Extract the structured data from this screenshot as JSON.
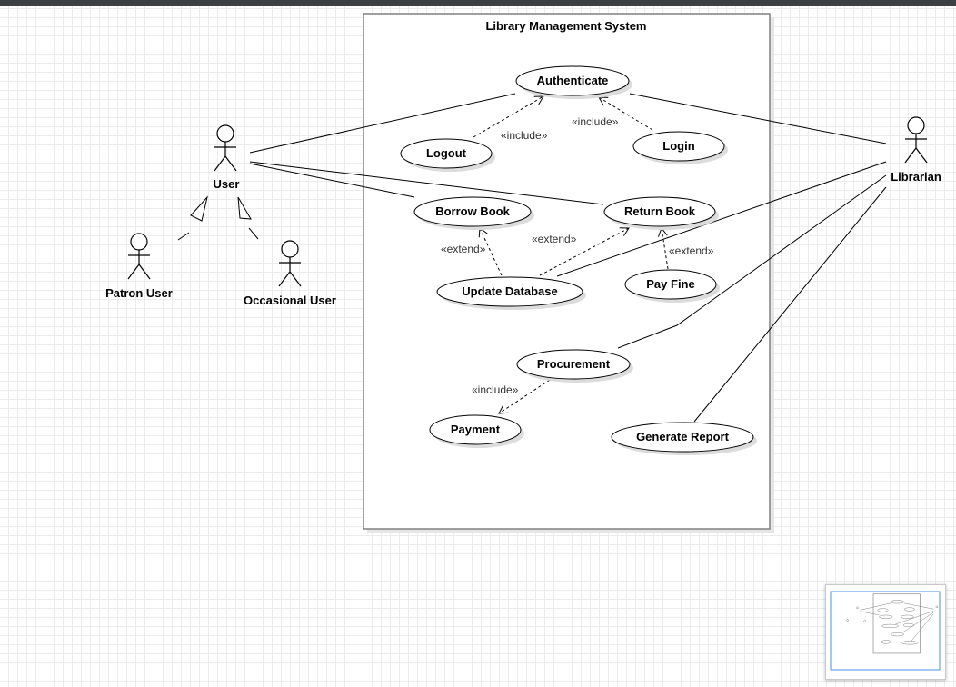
{
  "system": {
    "title": "Library Management System"
  },
  "actors": {
    "user": "User",
    "patron": "Patron User",
    "occasional": "Occasional User",
    "librarian": "Librarian"
  },
  "use_cases": {
    "authenticate": "Authenticate",
    "logout": "Logout",
    "login": "Login",
    "borrow_book": "Borrow Book",
    "return_book": "Return Book",
    "update_database": "Update Database",
    "pay_fine": "Pay Fine",
    "procurement": "Procurement",
    "payment": "Payment",
    "generate_report": "Generate Report"
  },
  "relations": {
    "logout_include": "«include»",
    "login_include": "«include»",
    "borrow_extend": "«extend»",
    "return_extend": "«extend»",
    "payfine_extend": "«extend»",
    "payment_include": "«include»"
  },
  "colors": {
    "topbar": "#3c4043",
    "grid": "#ececec",
    "minimap_viewport": "#4a90e2"
  }
}
